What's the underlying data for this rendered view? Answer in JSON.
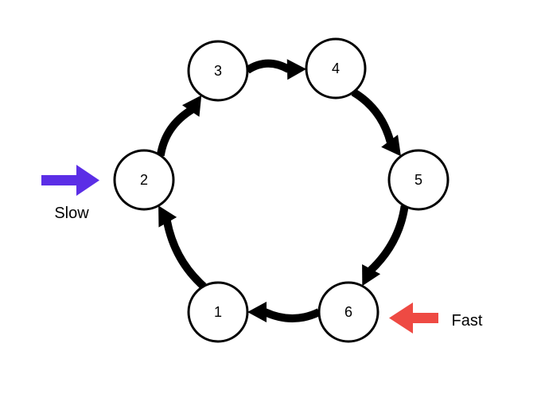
{
  "nodes": [
    {
      "id": "1",
      "label": "1"
    },
    {
      "id": "2",
      "label": "2"
    },
    {
      "id": "3",
      "label": "3"
    },
    {
      "id": "4",
      "label": "4"
    },
    {
      "id": "5",
      "label": "5"
    },
    {
      "id": "6",
      "label": "6"
    }
  ],
  "edges": [
    {
      "from": "3",
      "to": "4"
    },
    {
      "from": "4",
      "to": "5"
    },
    {
      "from": "5",
      "to": "6"
    },
    {
      "from": "6",
      "to": "1"
    },
    {
      "from": "1",
      "to": "2"
    },
    {
      "from": "2",
      "to": "3"
    }
  ],
  "pointers": {
    "slow": {
      "label": "Slow",
      "target": "2",
      "color": "#5b2ee6"
    },
    "fast": {
      "label": "Fast",
      "target": "6",
      "color": "#ee4a43"
    }
  }
}
